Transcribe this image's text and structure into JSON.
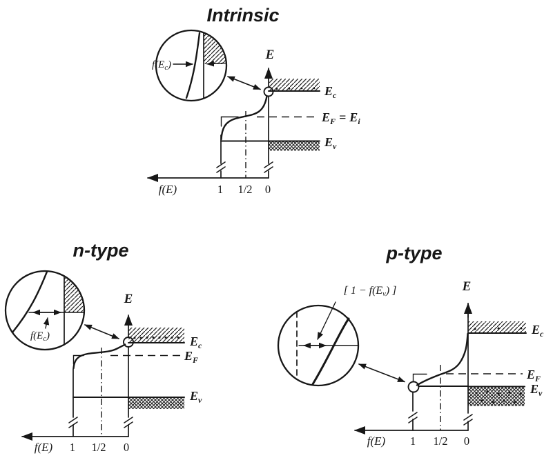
{
  "colors": {
    "ink": "#171717",
    "paper": "#ffffff"
  },
  "panels": {
    "intrinsic": {
      "title": "Intrinsic",
      "e_axis": "E",
      "f_axis": "f(E)",
      "tick_one": "1",
      "tick_half": "1/2",
      "tick_zero": "0",
      "ec": {
        "b": "E",
        "s": "c"
      },
      "ef": {
        "b": "E",
        "s": "F",
        "eq": "=",
        "b2": "E",
        "s2": "i"
      },
      "ev": {
        "b": "E",
        "s": "v"
      },
      "mag": {
        "pre": "f(E",
        "s": "c",
        "post": ")"
      }
    },
    "ntype": {
      "title": "n-type",
      "e_axis": "E",
      "f_axis": "f(E)",
      "tick_one": "1",
      "tick_half": "1/2",
      "tick_zero": "0",
      "ec": {
        "b": "E",
        "s": "c"
      },
      "ef": {
        "b": "E",
        "s": "F"
      },
      "ev": {
        "b": "E",
        "s": "v"
      },
      "mag": {
        "pre": "f(E",
        "s": "c",
        "post": ")"
      }
    },
    "ptype": {
      "title": "p-type",
      "e_axis": "E",
      "f_axis": "f(E)",
      "tick_one": "1",
      "tick_half": "1/2",
      "tick_zero": "0",
      "ec": {
        "b": "E",
        "s": "c"
      },
      "ef": {
        "b": "E",
        "s": "F"
      },
      "ev": {
        "b": "E",
        "s": "v"
      },
      "mag": {
        "pre": "[ 1 − f(E",
        "s": "v",
        "post": ") ]"
      }
    }
  }
}
